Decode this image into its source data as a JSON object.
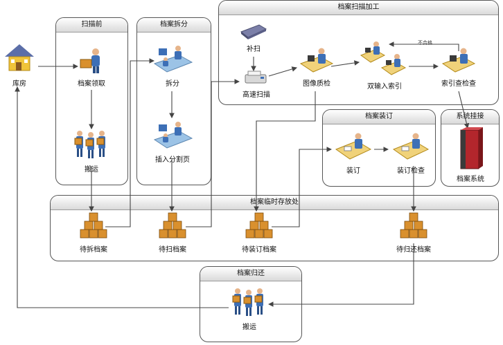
{
  "panels": {
    "scan_before": "扫描前",
    "split": "档案拆分",
    "scan_process": "档案扫描加工",
    "binding": "档案装订",
    "system_hookup": "系统挂接",
    "temp_storage": "档案临时存放处",
    "return": "档案归还"
  },
  "nodes": {
    "warehouse": "库房",
    "receive": "档案领取",
    "carry1": "搬运",
    "split": "拆分",
    "insert_divider": "插入分割页",
    "rescan": "补扫",
    "high_speed_scan": "高速扫描",
    "image_qc": "图像质检",
    "dual_index": "双输入索引",
    "index_check": "索引查检查",
    "fail_label": "不合格",
    "bind": "装订",
    "bind_check": "装订检查",
    "archive_system": "档案系统",
    "to_split": "待拆档案",
    "to_scan": "待扫档案",
    "to_bind": "待装订档案",
    "to_return": "待归还档案",
    "carry2": "搬运"
  },
  "colors": {
    "line": "#444444",
    "person": "#3d6fb6",
    "box": "#d9902e",
    "server": "#b3262c",
    "house_roof": "#5b6ea8",
    "house_wall": "#f0c43a"
  }
}
